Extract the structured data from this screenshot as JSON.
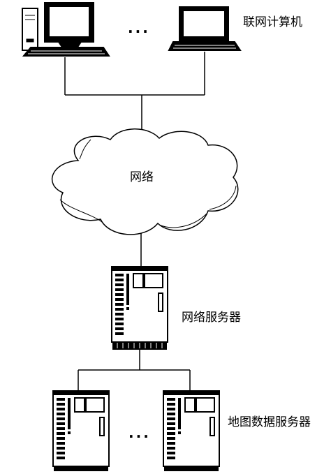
{
  "labels": {
    "networked_computers": "联网计算机",
    "network": "网络",
    "network_server": "网络服务器",
    "map_data_servers": "地图数据服务器"
  },
  "ellipsis": {
    "computers": "...",
    "servers": "..."
  }
}
